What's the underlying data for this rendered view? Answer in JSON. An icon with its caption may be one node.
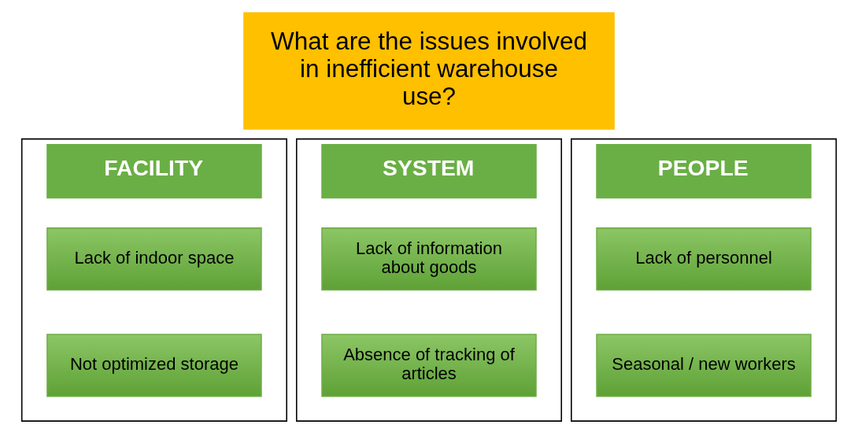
{
  "diagram": {
    "nodes": [
      {
        "text": [
          "What are the issues involved in inefficient warehouse use?"
        ]
      },
      {
        "text": [
          "FACILITY"
        ]
      },
      {
        "text": [
          "Lack of indoor space"
        ],
        "in": 1
      },
      {
        "text": [
          "Not optimized storage"
        ],
        "in": 1
      },
      {
        "text": [
          "SYSTEM"
        ]
      },
      {
        "text": [
          "Lack of information about goods"
        ],
        "in": 4
      },
      {
        "text": [
          "Absence of tracking of articles"
        ],
        "in": 4
      },
      {
        "text": [
          "PEOPLE"
        ]
      },
      {
        "text": [
          "Lack of personnel"
        ],
        "in": 7
      },
      {
        "text": [
          "Seasonal / new workers"
        ],
        "in": 7
      }
    ],
    "edges": []
  }
}
